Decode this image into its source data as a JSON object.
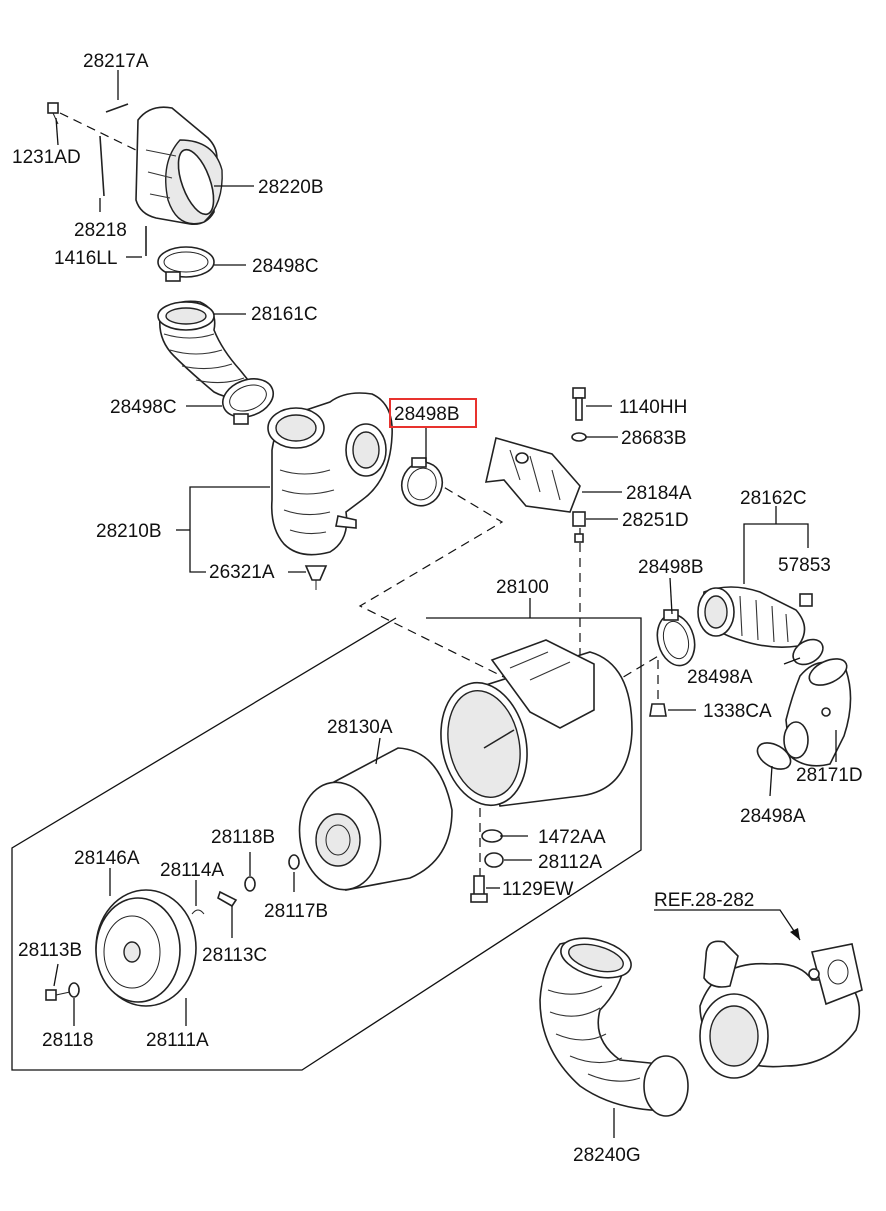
{
  "labels": {
    "p28217A": "28217A",
    "p1231AD": "1231AD",
    "p28220B": "28220B",
    "p28218_top": "28218",
    "p1416LL": "1416LL",
    "p28498C_top": "28498C",
    "p28161C": "28161C",
    "p28498C_mid": "28498C",
    "p28498B_highlight": "28498B",
    "p1140HH": "1140HH",
    "p28683B": "28683B",
    "p28184A": "28184A",
    "p28162C": "28162C",
    "p28210B": "28210B",
    "p28251D": "28251D",
    "p26321A": "26321A",
    "p28100": "28100",
    "p28498B_right": "28498B",
    "p57853": "57853",
    "p28498A_mid": "28498A",
    "p1338CA": "1338CA",
    "p28130A": "28130A",
    "p28171D": "28171D",
    "p28498A_low": "28498A",
    "p1472AA": "1472AA",
    "p28118B": "28118B",
    "p28146A": "28146A",
    "p28112A": "28112A",
    "p28114A": "28114A",
    "p1129EW": "1129EW",
    "p28117B": "28117B",
    "pREF": "REF.28-282",
    "p28113B": "28113B",
    "p28113C": "28113C",
    "p28118_low": "28118",
    "p28111A": "28111A",
    "p28240G": "28240G"
  },
  "colors": {
    "highlight_box": "#e8322e",
    "line": "#111111",
    "background": "#ffffff"
  }
}
